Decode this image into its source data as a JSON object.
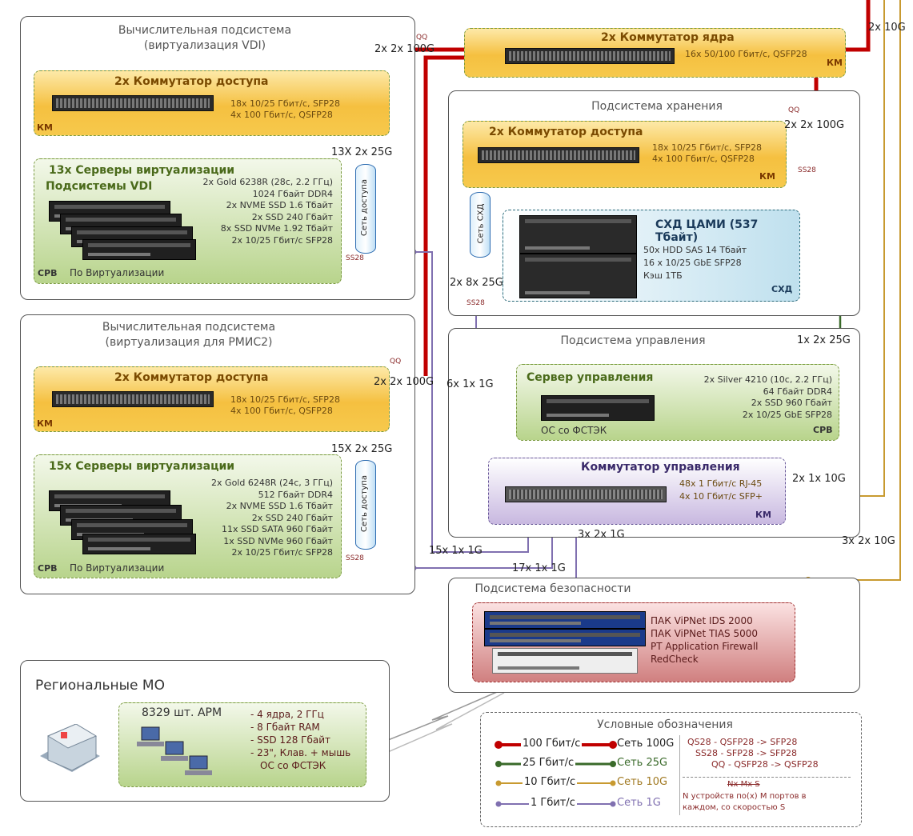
{
  "colors": {
    "net100": "#c00000",
    "net25": "#3a6a2a",
    "net10": "#c89a30",
    "net1": "#8070b0"
  },
  "vdi": {
    "title1": "Вычислительная подсистема",
    "title2": "(виртуализация VDI)",
    "switch": {
      "title": "2x Коммутатор доступа",
      "spec1": "18x 10/25 Гбит/с, SFP28",
      "spec2": "4x 100 Гбит/с, QSFP28",
      "km": "КМ"
    },
    "servers": {
      "title": "13x Серверы виртуализации",
      "subtitle": "Подсистемы VDI",
      "specs": [
        "2x Gold 6238R (28c, 2.2 ГГц)",
        "1024 Гбайт DDR4",
        "2x NVME SSD 1.6 Тбайт",
        "2x SSD 240 Гбайт",
        "8x SSD NVMe 1.92 Тбайт",
        "2x 10/25 Гбит/с SFP28"
      ],
      "srv": "СРВ",
      "foot": "По Виртуализации"
    },
    "net": "Сеть доступа",
    "link": "13X 2x 25G",
    "ss": "SS28"
  },
  "rmis": {
    "title1": "Вычислительная подсистема",
    "title2": "(виртуализация для РМИС2)",
    "switch": {
      "title": "2x Коммутатор доступа",
      "spec1": "18x 10/25 Гбит/с, SFP28",
      "spec2": "4x 100 Гбит/с, QSFP28",
      "km": "КМ"
    },
    "servers": {
      "title": "15x Серверы виртуализации",
      "specs": [
        "2x Gold 6248R (24c, 3 ГГц)",
        "512 Гбайт DDR4",
        "2x NVME SSD 1.6 Тбайт",
        "2x SSD 240 Гбайт",
        "11x SSD SATA 960 Гбайт",
        "1x SSD NVMe 960 Гбайт",
        "2x 10/25 Гбит/с SFP28"
      ],
      "srv": "СРВ",
      "foot": "По Виртуализации"
    },
    "net": "Сеть доступа",
    "link": "15X 2x 25G",
    "ss": "SS28"
  },
  "core": {
    "title": "2x Коммутатор ядра",
    "spec": "16x 50/100 Гбит/с, QSFP28",
    "km": "КМ"
  },
  "storage": {
    "title": "Подсистема хранения",
    "switch": {
      "title": "2x Коммутатор доступа",
      "spec1": "18x 10/25 Гбит/с, SFP28",
      "spec2": "4x 100 Гбит/с, QSFP28",
      "km": "КМ"
    },
    "net": "Сеть СХД",
    "sxd": {
      "title": "СХД ЦАМИ (537 Тбайт)",
      "specs": [
        "50x HDD SAS 14 Тбайт",
        "16 x 10/25 GbE SFP28",
        "Кэш 1ТБ"
      ],
      "tag": "СХД"
    },
    "ss_right": "SS28",
    "ss_bottom": "SS28"
  },
  "mgmt": {
    "title": "Подсистема управления",
    "server": {
      "title": "Сервер управления",
      "specs": [
        "2x Silver 4210 (10c, 2.2 ГГц)",
        "64 Гбайт DDR4",
        "2x SSD 960 Гбайт",
        "2x 10/25 GbE SFP28"
      ],
      "os": "ОС со ФСТЭК",
      "srv": "СРВ"
    },
    "switch": {
      "title": "Коммутатор управления",
      "spec1": "48x 1 Гбит/с RJ-45",
      "spec2": "4x 10 Гбит/с SFP+",
      "km": "КМ"
    }
  },
  "security": {
    "title": "Подсистема безопасности",
    "items": [
      "ПАК ViPNet IDS 2000",
      "ПАК ViPNet TIAS 5000",
      "PT Application Firewall",
      "RedCheck"
    ]
  },
  "regional": {
    "title": "Региональные МО",
    "count": "8329 шт.  АРМ",
    "specs": [
      "- 4 ядра, 2 ГГц",
      "- 8 Гбайт RAM",
      "- SSD 128 Гбайт",
      "- 23\", Клав. + мышь"
    ],
    "os": "ОС со ФСТЭК"
  },
  "links": {
    "top_right": "2x 10G",
    "vdi_core": "2x 2x 100G",
    "rmis_core": "2x 2x 100G",
    "storage_core": "2x 2x 100G",
    "qq1": "QQ",
    "qq2": "QQ",
    "qq3": "QQ",
    "sxd": "2x 8x 25G",
    "mgmt_25": "1x 2x 25G",
    "mgmt_10": "2x 1x 10G",
    "m6": "6x 1x 1G",
    "m3": "3x 2x 1G",
    "m15": "15x 1x 1G",
    "m17": "17x 1x 1G",
    "sec_10": "3x 2x 10G"
  },
  "legend": {
    "title": "Условные обозначения",
    "rows": [
      {
        "speed": "100 Гбит/с",
        "name": "Сеть 100G"
      },
      {
        "speed": "25 Гбит/с",
        "name": "Сеть 25G"
      },
      {
        "speed": "10 Гбит/с",
        "name": "Сеть 10G"
      },
      {
        "speed": "1 Гбит/с",
        "name": "Сеть 1G"
      }
    ],
    "abbr": [
      "QS28 - QSFP28 -> SFP28",
      "SS28 - SFP28 -> SFP28",
      "QQ - QSFP28 -> QSFP28"
    ],
    "nxm": "Nx Mx S",
    "desc1": "N устройств по(х) M портов в",
    "desc2": "каждом, со скоростью S"
  }
}
